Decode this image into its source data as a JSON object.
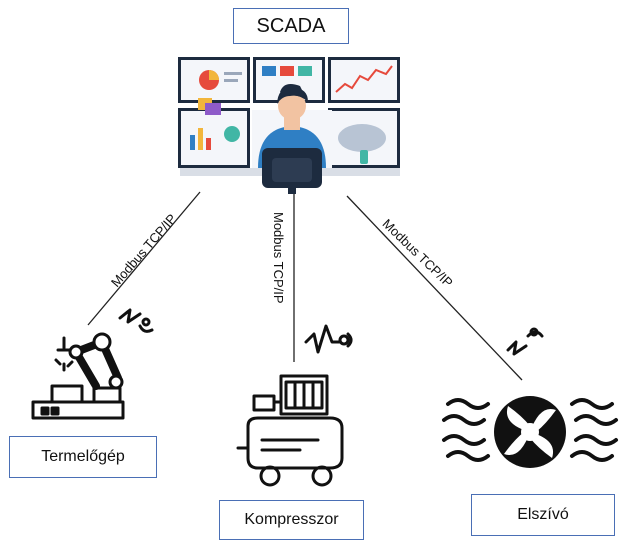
{
  "title": "SCADA",
  "devices": {
    "left": "Termelőgép",
    "center": "Kompresszor",
    "right": "Elszívó"
  },
  "links": {
    "left": "Modbus TCP/IP",
    "center": "Modbus TCP/IP",
    "right": "Modbus TCP/IP"
  },
  "colors": {
    "box_border": "#4a6fb5",
    "screen_dark": "#1d2b3f",
    "operator_shirt": "#2f7fc4",
    "line": "#222222"
  },
  "icons": [
    "operator-workstation-icon",
    "robot-arm-icon",
    "air-compressor-icon",
    "exhaust-fan-icon",
    "signal-icon"
  ]
}
